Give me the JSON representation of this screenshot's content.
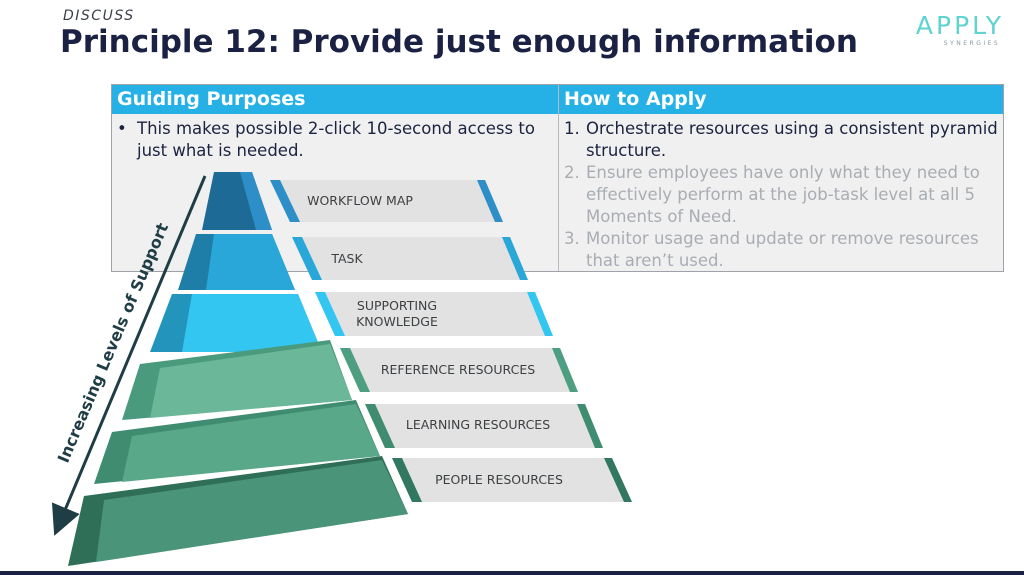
{
  "header": {
    "kicker": "DISCUSS",
    "title": "Principle 12: Provide just enough information"
  },
  "logo": {
    "main": "APPLY",
    "sub": "SYNERGIES"
  },
  "table": {
    "col_left_title": "Guiding Purposes",
    "col_right_title": "How to Apply",
    "left_bullets": [
      "This makes possible 2-click 10-second access to just what is needed."
    ],
    "right_steps": [
      {
        "num": "1.",
        "text": "Orchestrate resources using a consistent pyramid structure."
      },
      {
        "num": "2.",
        "text": "Ensure employees have only what they need to effectively perform at the job-task level at all 5 Moments of Need."
      },
      {
        "num": "3.",
        "text": "Monitor usage and update or remove resources that aren’t used."
      }
    ]
  },
  "pyramid": {
    "axis_label": "Increasing Levels of Support",
    "levels": [
      {
        "label_lines": [
          "WORKFLOW MAP"
        ]
      },
      {
        "label_lines": [
          "TASK"
        ]
      },
      {
        "label_lines": [
          "SUPPORTING",
          "KNOWLEDGE"
        ]
      },
      {
        "label_lines": [
          "REFERENCE RESOURCES"
        ]
      },
      {
        "label_lines": [
          "LEARNING RESOURCES"
        ]
      },
      {
        "label_lines": [
          "PEOPLE RESOURCES"
        ]
      }
    ]
  },
  "colors": {
    "title": "#1b2143",
    "header_bar": "#25b1e6",
    "logo": "#5fd3cf",
    "blue_levels": [
      "#2e8ec8",
      "#2aa7d9",
      "#33c6f0"
    ],
    "green_levels": [
      "#4e9f82",
      "#3f8c71",
      "#327860"
    ]
  }
}
